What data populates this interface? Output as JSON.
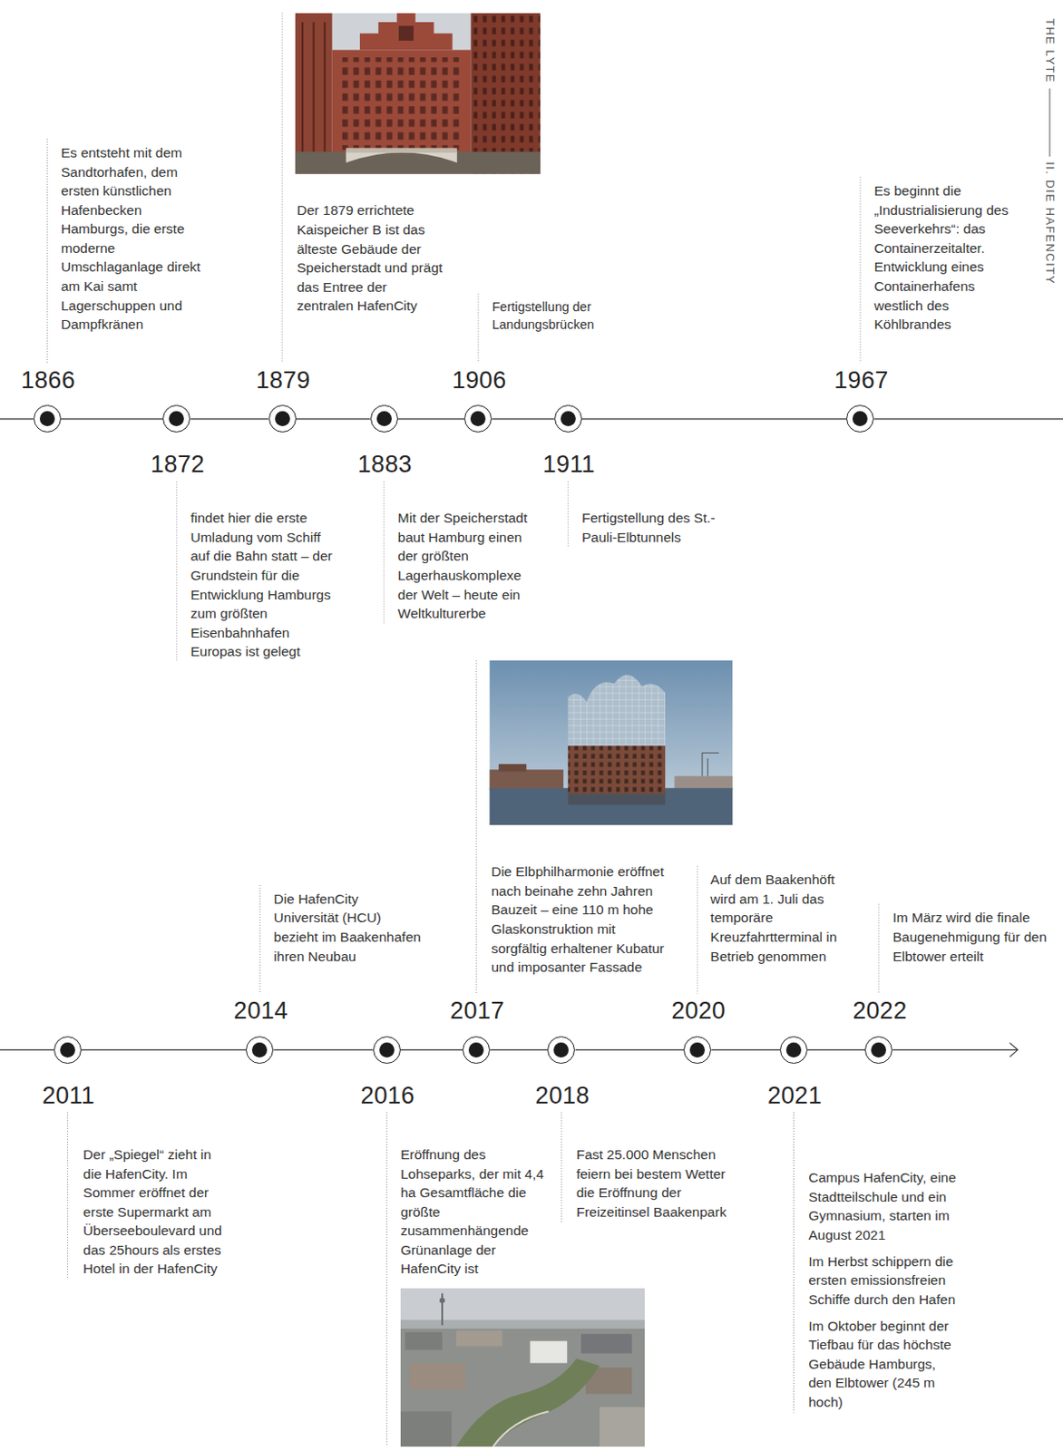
{
  "diagram": {
    "nodes": [
      {
        "text": [
          "1866",
          "Es entsteht mit dem Sandtorhafen, dem ersten künstlichen Hafenbecken Hamburgs, die erste moderne Umschlaganlage direkt am Kai samt Lagerschuppen und Dampfkränen"
        ]
      },
      {
        "text": [
          "1872",
          "findet hier die erste Umladung vom Schiff auf die Bahn statt – der Grundstein für die Entwicklung Hamburgs zum größten Eisenbahnhafen Europas ist gelegt"
        ]
      },
      {
        "text": [
          "1879",
          "Der 1879 errichtete Kaispeicher B ist das älteste Gebäude der Speicherstadt und prägt das Entree der zentralen HafenCity"
        ]
      },
      {
        "text": [
          "1883",
          "Mit der Speicherstadt baut Hamburg einen der größten Lagerhauskomplexe der Welt – heute ein Weltkulturerbe"
        ]
      },
      {
        "text": [
          "1906",
          "Fertigstellung der Landungsbrücken"
        ]
      },
      {
        "text": [
          "1911",
          "Fertigstellung des St.-Pauli-Elbtunnels"
        ]
      },
      {
        "text": [
          "1967",
          "Es beginnt die „Industrialisierung des Seeverkehrs“: das Containerzeitalter. Entwicklung eines Containerhafens westlich des Köhlbrandes"
        ]
      },
      {
        "text": [
          "2011",
          "Der „Spiegel“ zieht in die HafenCity. Im Sommer eröffnet der erste Supermarkt am Überseeboulevard und das 25hours als erstes Hotel in der HafenCity"
        ]
      },
      {
        "text": [
          "2014",
          "Die HafenCity Universität (HCU) bezieht im Baakenhafen ihren Neubau"
        ]
      },
      {
        "text": [
          "2016",
          "Eröffnung des Lohseparks, der mit 4,4 ha Gesamtfläche die größte zusammenhängende Grünanlage der HafenCity ist"
        ]
      },
      {
        "text": [
          "2017",
          "Die Elbphilharmonie eröffnet nach beinahe zehn Jahren Bauzeit – eine 110 m hohe Glaskonstruktion mit sorgfältig erhaltener Kubatur und imposanter Fassade"
        ]
      },
      {
        "text": [
          "2018",
          "Fast 25.000 Menschen feiern bei bestem Wetter die Eröffnung der Freizeitinsel Baakenpark"
        ]
      },
      {
        "text": [
          "2020",
          "Auf dem Baakenhöft wird am 1. Juli das temporäre Kreuzfahrtterminal in Betrieb genommen"
        ]
      },
      {
        "text": [
          "2021",
          "Campus HafenCity, eine Stadtteilschule und ein Gymnasium, starten im August 2021",
          "Im Herbst schippern die ersten emissionsfreien Schiffe durch den Hafen",
          "Im Oktober beginnt der Tiefbau für das höchste Gebäude Hamburgs, den Elbtower (245 m hoch)"
        ]
      },
      {
        "text": [
          "2022",
          "Im März wird die finale Baugenehmigung für den Elbtower erteilt"
        ]
      }
    ],
    "edges": [
      {
        "from": 0,
        "to": 1,
        "arrow": "none"
      },
      {
        "from": 1,
        "to": 2,
        "arrow": "none"
      },
      {
        "from": 2,
        "to": 3,
        "arrow": "none"
      },
      {
        "from": 3,
        "to": 4,
        "arrow": "none"
      },
      {
        "from": 4,
        "to": 5,
        "arrow": "none"
      },
      {
        "from": 5,
        "to": 6,
        "arrow": "none"
      },
      {
        "from": 7,
        "to": 8,
        "arrow": "none"
      },
      {
        "from": 8,
        "to": 9,
        "arrow": "none"
      },
      {
        "from": 9,
        "to": 10,
        "arrow": "none"
      },
      {
        "from": 10,
        "to": 11,
        "arrow": "none"
      },
      {
        "from": 11,
        "to": 12,
        "arrow": "none"
      },
      {
        "from": 12,
        "to": 13,
        "arrow": "none"
      },
      {
        "from": 13,
        "to": 14,
        "arrow": "none"
      }
    ],
    "labels": [
      "THE LYTE",
      "II. DIE HAFENCITY"
    ]
  }
}
